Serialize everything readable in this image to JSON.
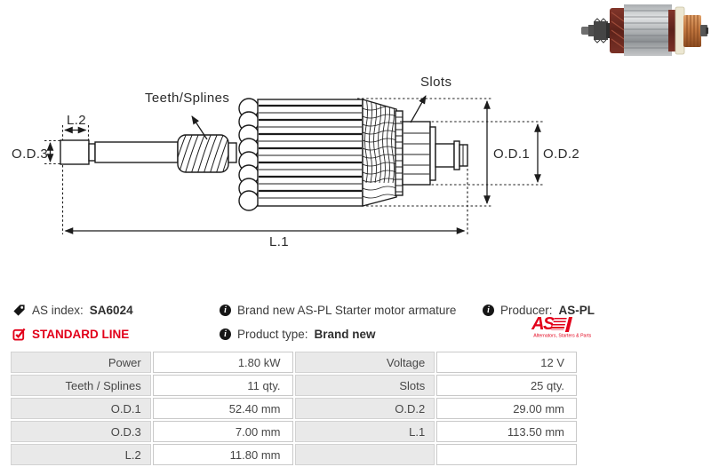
{
  "diagram": {
    "labels": {
      "teeth_splines": "Teeth/Splines",
      "slots": "Slots",
      "l2": "L.2",
      "od3": "O.D.3",
      "od1": "O.D.1",
      "od2": "O.D.2",
      "l1": "L.1"
    }
  },
  "info": {
    "as_index": {
      "label": "AS index:",
      "value": "SA6024"
    },
    "standard_line": "STANDARD LINE",
    "description": "Brand new AS-PL Starter motor armature",
    "product_type": {
      "label": "Product type:",
      "value": "Brand new"
    },
    "producer": {
      "label": "Producer:",
      "value": "AS-PL"
    },
    "logo": {
      "text": "AS",
      "subtext": "Alternators, Starters & Parts"
    },
    "info_icon_glyph": "i"
  },
  "colors": {
    "brand_red": "#e2001a",
    "diagram_line": "#1c1c1c",
    "table_label_bg": "#e9e9e9",
    "table_value_bg": "#ffffff",
    "table_border": "#cccccc"
  },
  "table": {
    "rows": [
      {
        "l_label": "Power",
        "l_value": "1.80 kW",
        "r_label": "Voltage",
        "r_value": "12 V"
      },
      {
        "l_label": "Teeth / Splines",
        "l_value": "11 qty.",
        "r_label": "Slots",
        "r_value": "25 qty."
      },
      {
        "l_label": "O.D.1",
        "l_value": "52.40 mm",
        "r_label": "O.D.2",
        "r_value": "29.00 mm"
      },
      {
        "l_label": "O.D.3",
        "l_value": "7.00 mm",
        "r_label": "L.1",
        "r_value": "113.50 mm"
      },
      {
        "l_label": "L.2",
        "l_value": "11.80 mm",
        "r_label": "",
        "r_value": ""
      }
    ]
  }
}
